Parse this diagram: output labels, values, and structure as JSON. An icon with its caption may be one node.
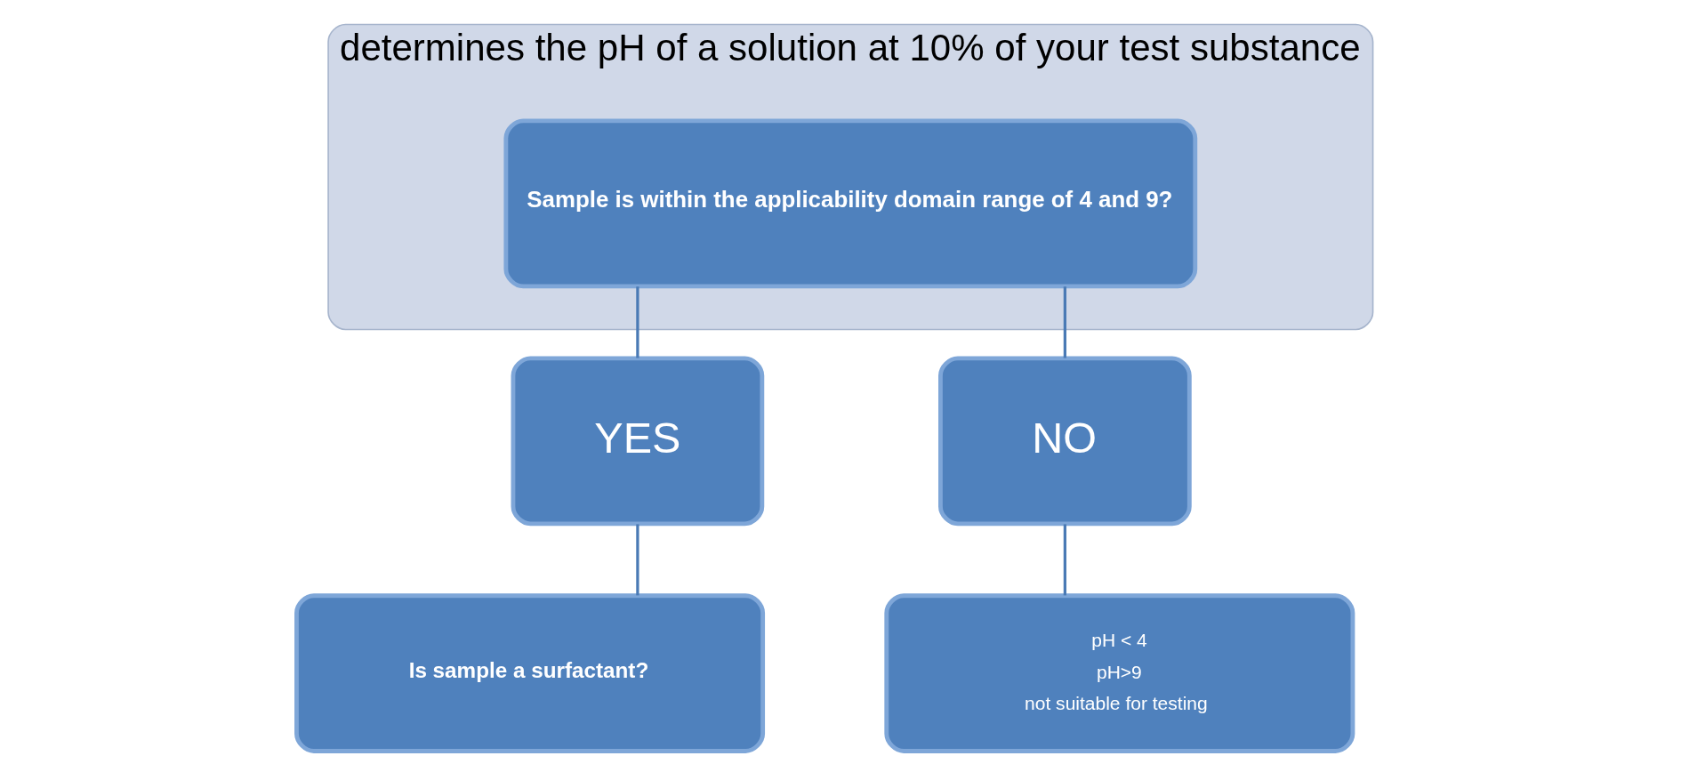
{
  "diagram": {
    "nodes": [
      {
        "text": [
          "determines the pH of a solution at 10% of your test substance"
        ]
      },
      {
        "text": [
          "Sample is within the **applicability domain range of 4 and 9?**"
        ],
        "in": 0
      },
      {
        "text": [
          "YES"
        ]
      },
      {
        "text": [
          "NO"
        ]
      },
      {
        "text": [
          "Is sample a surfactant?"
        ]
      },
      {
        "text": [
          "pH < 4",
          "pH>9",
          "not suitable for testing"
        ]
      }
    ],
    "edges": [
      {
        "from": 1,
        "to": 2,
        "arrow": "none"
      },
      {
        "from": 1,
        "to": 3,
        "arrow": "none"
      },
      {
        "from": 2,
        "to": 4,
        "arrow": "none"
      },
      {
        "from": 3,
        "to": 5,
        "arrow": "none"
      }
    ]
  }
}
